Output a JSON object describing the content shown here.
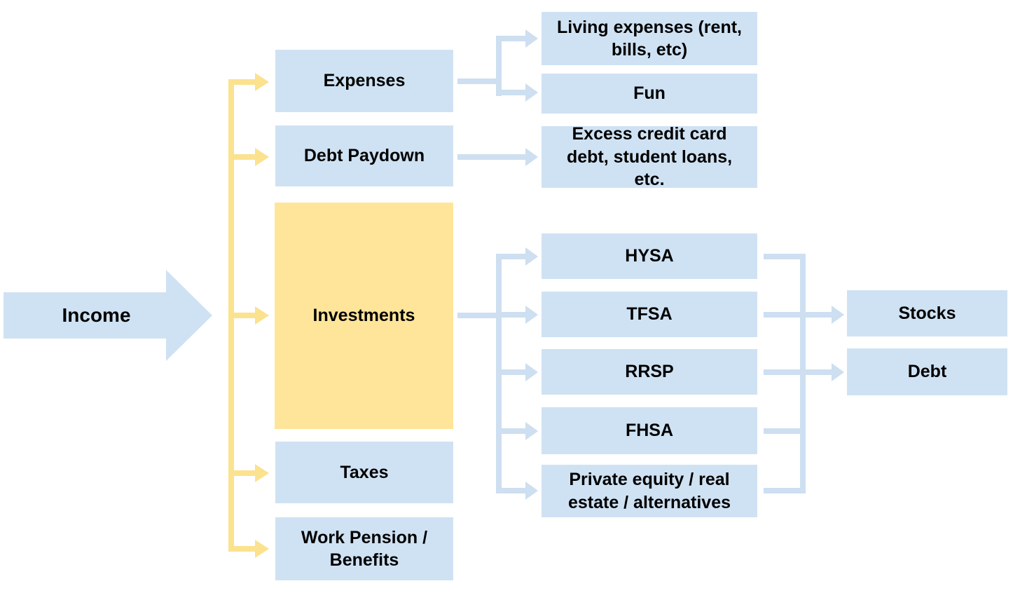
{
  "diagram": {
    "background": "#ffffff",
    "text_color": "#000000",
    "colors": {
      "node_blue_fill": "#cfe2f3",
      "node_yellow_fill": "#ffe599",
      "connector_yellow": "#fbe28f",
      "connector_blue": "#cddff0"
    },
    "nodes": {
      "income": {
        "label": "Income",
        "shape": "right-arrow",
        "fill": "#cfe2f3"
      },
      "expenses": {
        "label": "Expenses",
        "fill": "#cfe2f3"
      },
      "debt_paydown": {
        "label": "Debt Paydown",
        "fill": "#cfe2f3"
      },
      "investments": {
        "label": "Investments",
        "fill": "#ffe599"
      },
      "taxes": {
        "label": "Taxes",
        "fill": "#cfe2f3"
      },
      "work_pension": {
        "label": "Work Pension /\nBenefits",
        "fill": "#cfe2f3"
      },
      "living_expenses": {
        "label": "Living expenses (rent,\nbills, etc)",
        "fill": "#cfe2f3"
      },
      "fun": {
        "label": "Fun",
        "fill": "#cfe2f3"
      },
      "excess_debt": {
        "label": "Excess credit card\ndebt, student loans,\netc.",
        "fill": "#cfe2f3"
      },
      "hysa": {
        "label": "HYSA",
        "fill": "#cfe2f3"
      },
      "tfsa": {
        "label": "TFSA",
        "fill": "#cfe2f3"
      },
      "rrsp": {
        "label": "RRSP",
        "fill": "#cfe2f3"
      },
      "fhsa": {
        "label": "FHSA",
        "fill": "#cfe2f3"
      },
      "private_equity": {
        "label": "Private equity / real\nestate / alternatives",
        "fill": "#cfe2f3"
      },
      "stocks": {
        "label": "Stocks",
        "fill": "#cfe2f3"
      },
      "debt": {
        "label": "Debt",
        "fill": "#cfe2f3"
      }
    },
    "edges": [
      {
        "from": "income",
        "to": "expenses",
        "color": "yellow"
      },
      {
        "from": "income",
        "to": "debt_paydown",
        "color": "yellow"
      },
      {
        "from": "income",
        "to": "investments",
        "color": "yellow"
      },
      {
        "from": "income",
        "to": "taxes",
        "color": "yellow"
      },
      {
        "from": "income",
        "to": "work_pension",
        "color": "yellow"
      },
      {
        "from": "expenses",
        "to": "living_expenses",
        "color": "blue"
      },
      {
        "from": "expenses",
        "to": "fun",
        "color": "blue"
      },
      {
        "from": "debt_paydown",
        "to": "excess_debt",
        "color": "blue"
      },
      {
        "from": "investments",
        "to": "hysa",
        "color": "blue"
      },
      {
        "from": "investments",
        "to": "tfsa",
        "color": "blue"
      },
      {
        "from": "investments",
        "to": "rrsp",
        "color": "blue"
      },
      {
        "from": "investments",
        "to": "fhsa",
        "color": "blue"
      },
      {
        "from": "investments",
        "to": "private_equity",
        "color": "blue"
      },
      {
        "from": [
          "hysa",
          "tfsa",
          "rrsp",
          "fhsa",
          "private_equity"
        ],
        "to": "stocks",
        "color": "blue"
      },
      {
        "from": [
          "hysa",
          "tfsa",
          "rrsp",
          "fhsa",
          "private_equity"
        ],
        "to": "debt",
        "color": "blue"
      }
    ]
  }
}
